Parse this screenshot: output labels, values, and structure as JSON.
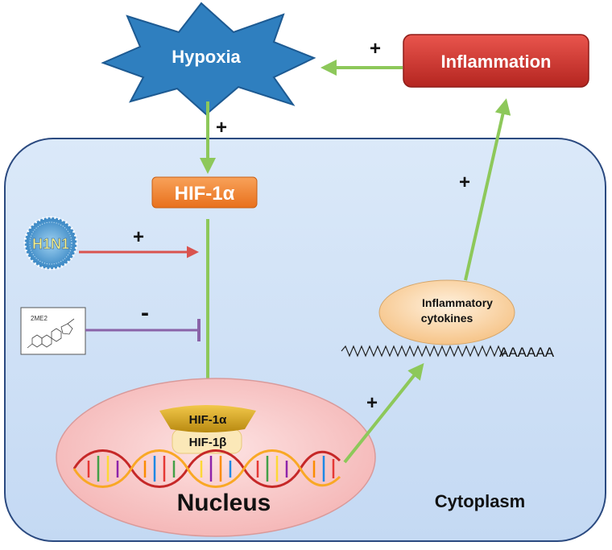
{
  "nodes": {
    "hypoxia": "Hypoxia",
    "inflammation": "Inflammation",
    "hif1a": "HIF-1α",
    "h1n1": "H1N1",
    "drug": "2ME2",
    "cytokines_line1": "Inflammatory",
    "cytokines_line2": "cytokines",
    "mrna_tail": "AAAAAA",
    "nucleus_hif1a": "HIF-1α",
    "nucleus_hif1b": "HIF-1β",
    "nucleus": "Nucleus",
    "cytoplasm": "Cytoplasm"
  },
  "signs": {
    "inflammation_to_hypoxia": "+",
    "hypoxia_to_hif": "+",
    "h1n1_to_hif": "+",
    "drug_inhibits_hif": "-",
    "hif_to_cytokines": "+",
    "cytokines_to_inflammation": "+"
  },
  "colors": {
    "activation_arrow": "#8dc85a",
    "h1n1_arrow": "#d9534f",
    "inhibition_line": "#8a63a8",
    "hypoxia_star": "#2f7fbf",
    "inflammation_box": "#c8302a",
    "hif_box": "#f07c26",
    "cell": "#cfe1f6",
    "nucleus": "#f8c8c8",
    "cytokine_oval": "#fbd7a8"
  }
}
